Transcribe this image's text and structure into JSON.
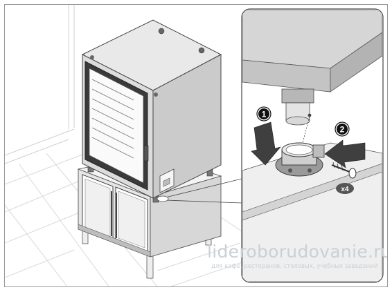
{
  "callouts": {
    "step1": "1",
    "step2": "2",
    "quantity": "x4"
  },
  "watermark": {
    "site": "lideroborudovanie.ru",
    "tagline": "для кафе, ресторанов, столовых, учебных заведений"
  }
}
